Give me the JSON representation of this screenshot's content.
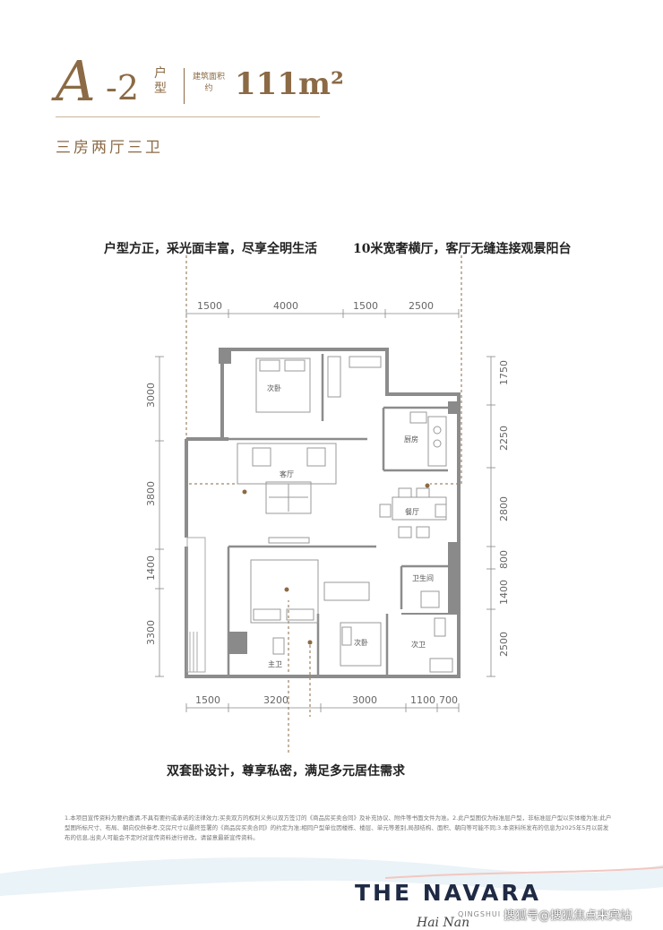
{
  "header": {
    "type_letter": "A",
    "type_number": "-2",
    "type_label": "户型",
    "area_label": "建筑面积约",
    "area_value": "111m²",
    "layout_desc": "三房两厅三卫"
  },
  "features": {
    "top_left": "户型方正，采光面丰富，尽享全明生活",
    "top_right": "10米宽奢横厅，客厅无缝连接观景阳台",
    "bottom": "双套卧设计，尊享私密，满足多元居住需求"
  },
  "dimensions": {
    "top": [
      "1500",
      "4000",
      "1500",
      "2500"
    ],
    "bottom": [
      "1500",
      "3200",
      "3000",
      "1100",
      "700"
    ],
    "left": [
      "3000",
      "3800",
      "1400",
      "3300"
    ],
    "right": [
      "1750",
      "2250",
      "2800",
      "800",
      "1400",
      "2500"
    ]
  },
  "rooms": {
    "bedroom_top": "次卧",
    "living": "客厅",
    "kitchen": "厨房",
    "dining": "餐厅",
    "bath_public": "卫生间",
    "bedroom_mid": "次卧",
    "bath_master": "主卫",
    "bath_small": "次卫"
  },
  "footnote": "1.本项目宣传资料为要约邀请,不具有要约或承诺的法律效力;买卖双方的权利义务以双方签订的《商品房买卖合同》及补充协议、附件等书面文件为准。2.此户型图仅为标准层户型，非标准层户型以实体楼为准;此户型图所标尺寸、布局、朝向仅供参考,交房尺寸以最终签署的《商品房买卖合同》的约定为准;相同户型单位因楼栋、楼层、单元等差别,局部结构、面积、朝向等可能不同;3.本资料所发布的信息为2025年5月以前发布的信息,出卖人可能会不定时对宣传资料进行修改，请留意最新宣传资料。",
  "brand": {
    "name": "THE NAVARA",
    "sub": "QINGSHUI",
    "script": "Hai Nan"
  },
  "watermark": "搜狐号@搜狐焦点来宾站",
  "colors": {
    "accent": "#8b6a45",
    "wall": "#9a9a9a",
    "brand": "#1f2a44"
  }
}
